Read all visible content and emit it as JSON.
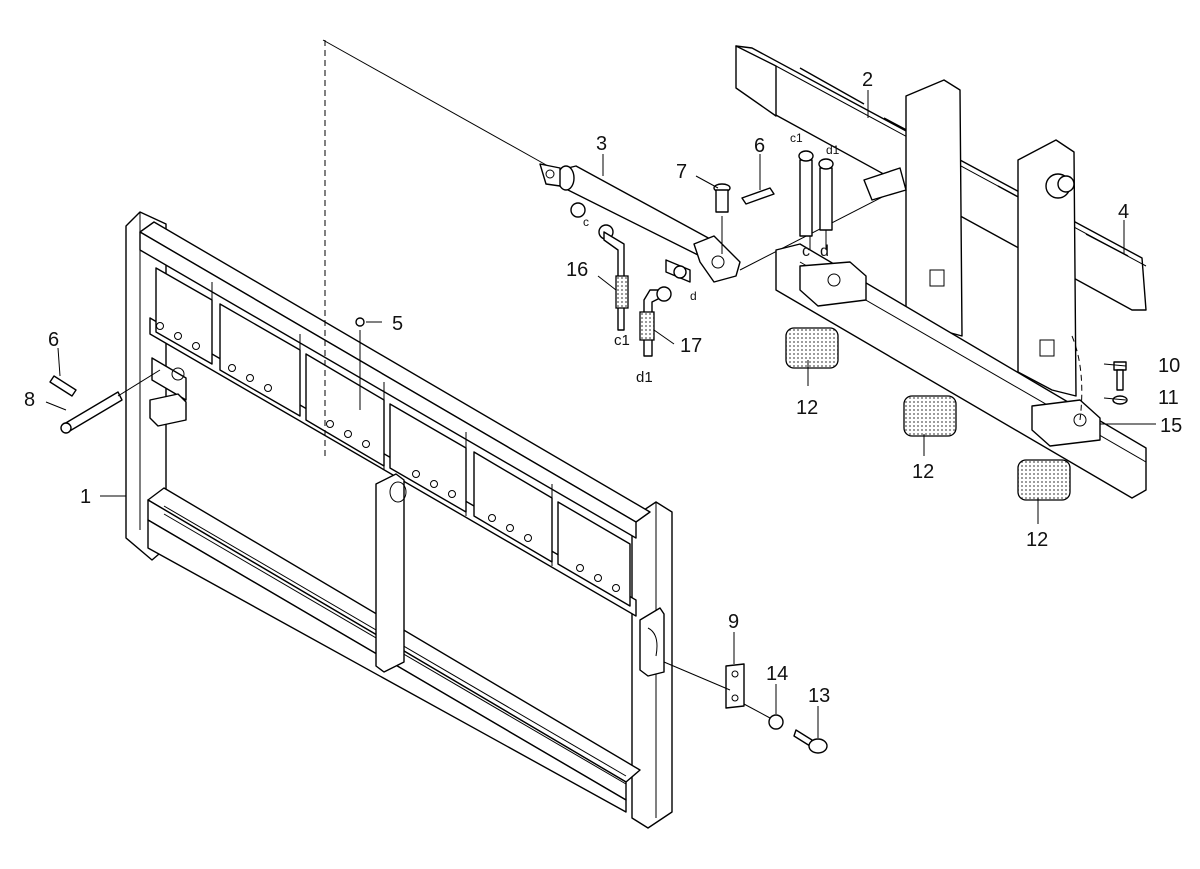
{
  "callouts": [
    {
      "key": "c1_label",
      "text": "1"
    },
    {
      "key": "c2_label",
      "text": "2"
    },
    {
      "key": "c3_label",
      "text": "3"
    },
    {
      "key": "c4_label",
      "text": "4"
    },
    {
      "key": "c5_label",
      "text": "5"
    },
    {
      "key": "c6a_label",
      "text": "6"
    },
    {
      "key": "c6b_label",
      "text": "6"
    },
    {
      "key": "c7_label",
      "text": "7"
    },
    {
      "key": "c8_label",
      "text": "8"
    },
    {
      "key": "c9_label",
      "text": "9"
    },
    {
      "key": "c10_label",
      "text": "10"
    },
    {
      "key": "c11_label",
      "text": "11"
    },
    {
      "key": "c12a_label",
      "text": "12"
    },
    {
      "key": "c12b_label",
      "text": "12"
    },
    {
      "key": "c12c_label",
      "text": "12"
    },
    {
      "key": "c13_label",
      "text": "13"
    },
    {
      "key": "c14_label",
      "text": "14"
    },
    {
      "key": "c15_label",
      "text": "15"
    },
    {
      "key": "c16_label",
      "text": "16"
    },
    {
      "key": "c17_label",
      "text": "17"
    }
  ],
  "ports": {
    "c1_hose16": "c1",
    "d1_hose17": "d1",
    "c_cyl": "c",
    "d_cyl": "d",
    "c1_top": "c1",
    "d1_top": "d1",
    "c_carriage": "c",
    "d_carriage": "d"
  }
}
